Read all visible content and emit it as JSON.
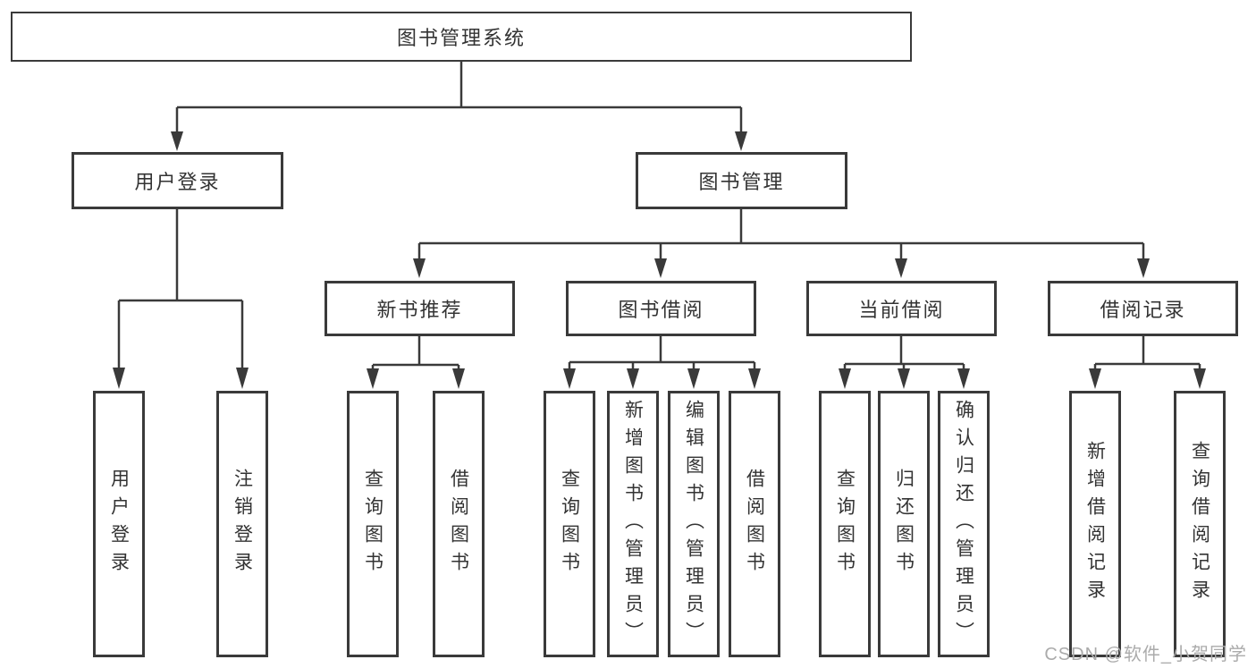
{
  "diagram": {
    "type": "hierarchy-diagram",
    "colors": {
      "line": "#3a3a3a",
      "box_border": "#3a3a3a",
      "box_fill": "#ffffff",
      "text": "#333333",
      "watermark": "#ababab",
      "background": "#ffffff"
    },
    "tree": {
      "label": "图书管理系统",
      "children": [
        {
          "label": "用户登录",
          "children": [
            {
              "label": "用户登录"
            },
            {
              "label": "注销登录"
            }
          ]
        },
        {
          "label": "图书管理",
          "children": [
            {
              "label": "新书推荐",
              "children": [
                {
                  "label": "查询图书"
                },
                {
                  "label": "借阅图书"
                }
              ]
            },
            {
              "label": "图书借阅",
              "children": [
                {
                  "label": "查询图书"
                },
                {
                  "label": "新增图书（管理员）"
                },
                {
                  "label": "编辑图书（管理员）"
                },
                {
                  "label": "借阅图书"
                }
              ]
            },
            {
              "label": "当前借阅",
              "children": [
                {
                  "label": "查询图书"
                },
                {
                  "label": "归还图书"
                },
                {
                  "label": "确认归还（管理员）"
                }
              ]
            },
            {
              "label": "借阅记录",
              "children": [
                {
                  "label": "新增借阅记录"
                },
                {
                  "label": "查询借阅记录"
                }
              ]
            }
          ]
        }
      ]
    },
    "watermark": {
      "text": "CSDN @软件_小贺同学"
    }
  }
}
